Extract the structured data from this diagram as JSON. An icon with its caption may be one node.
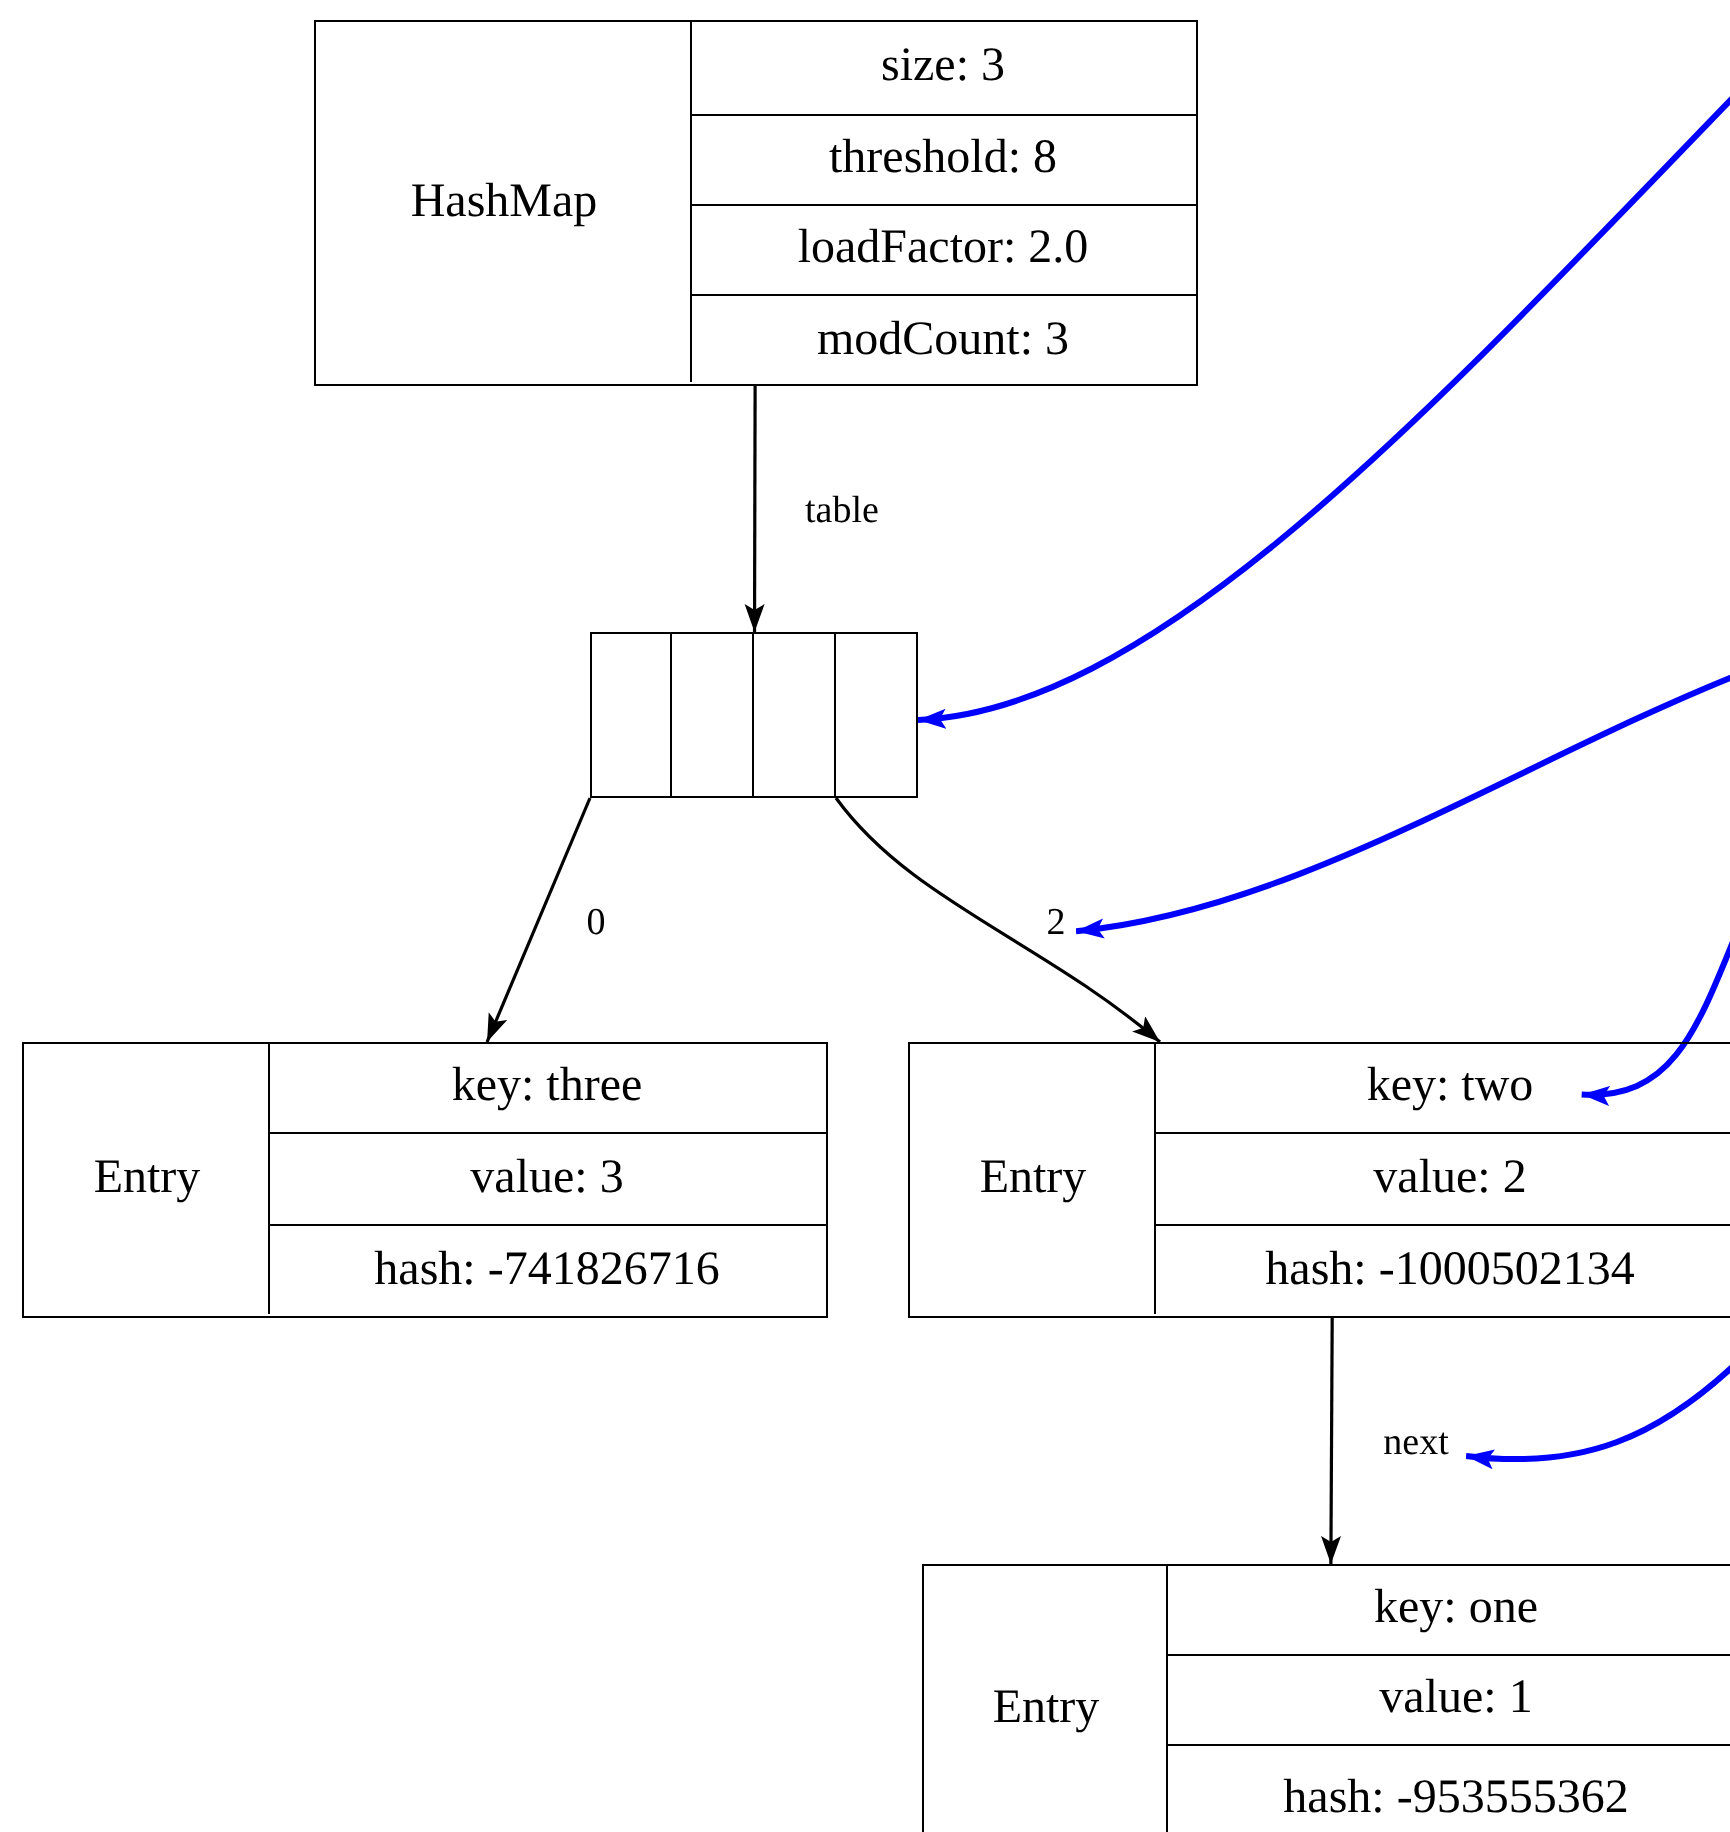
{
  "diagram": {
    "nodes": [
      {
        "text": [
          "HashMap"
        ]
      },
      {
        "text": [
          "size: 3"
        ],
        "in": 0
      },
      {
        "text": [
          "threshold: 8"
        ],
        "in": 0
      },
      {
        "text": [
          "loadFactor: 2.0"
        ],
        "in": 0
      },
      {
        "text": [
          "modCount: 3"
        ],
        "in": 0
      },
      {
        "text": [],
        "shape": "box"
      },
      {
        "text": [],
        "shape": "box"
      },
      {
        "text": [],
        "shape": "box"
      },
      {
        "text": [],
        "shape": "box"
      },
      {
        "text": [
          "2"
        ]
      },
      {
        "text": [
          "Entry"
        ]
      },
      {
        "text": [
          "key: three"
        ],
        "in": 10
      },
      {
        "text": [
          "value: 3"
        ],
        "in": 10
      },
      {
        "text": [
          "hash: -741826716"
        ],
        "in": 10
      },
      {
        "text": [
          "Entry"
        ]
      },
      {
        "text": [
          "key: two"
        ],
        "in": 14
      },
      {
        "text": [
          "value: 2"
        ],
        "in": 14
      },
      {
        "text": [
          "hash: -1000502134"
        ],
        "in": 14
      },
      {
        "text": [
          "next"
        ]
      },
      {
        "text": [
          "Entry"
        ]
      },
      {
        "text": [
          "key: one"
        ],
        "in": 19
      },
      {
        "text": [
          "value: 1"
        ],
        "in": 19
      },
      {
        "text": [
          "hash: -953555362"
        ],
        "in": 19
      }
    ],
    "edges": [
      {
        "from": 0,
        "to": 7,
        "arrow": "to",
        "label": "table",
        "color": "#000000"
      },
      {
        "from": 5,
        "to": 10,
        "arrow": "to",
        "label": "0",
        "color": "#000000"
      },
      {
        "from": 7,
        "to": 14,
        "arrow": "to",
        "color": "#000000"
      },
      {
        "from": 17,
        "to": 19,
        "arrow": "to",
        "color": "#000000"
      },
      {
        "from": null,
        "to": 8,
        "arrow": "to",
        "color": "#0000ff"
      },
      {
        "from": null,
        "to": 9,
        "arrow": "to",
        "color": "#0000ff"
      },
      {
        "from": null,
        "to": 15,
        "arrow": "to",
        "color": "#0000ff"
      },
      {
        "from": null,
        "to": 18,
        "arrow": "to",
        "color": "#0000ff"
      }
    ]
  }
}
